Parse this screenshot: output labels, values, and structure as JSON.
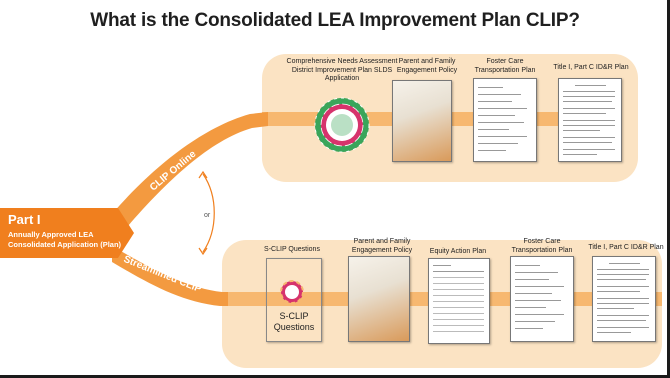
{
  "title": "What is the Consolidated LEA Improvement Plan CLIP?",
  "part": {
    "title": "Part I",
    "subtitle": "Annually Approved LEA Consolidated Application (Plan)"
  },
  "clip_online": {
    "path_label": "CLIP Online",
    "items": [
      {
        "label": "Comprehensive Needs Assessment District Improvement Plan SLDS Application",
        "icon": "cna-wheel-icon"
      },
      {
        "label": "Parent and Family Engagement Policy",
        "icon": "parent-policy-photo"
      },
      {
        "label": "Foster Care Transportation Plan",
        "icon": "document-thumbnail"
      },
      {
        "label": "Title I, Part C ID&R Plan",
        "icon": "document-thumbnail"
      }
    ]
  },
  "or_label": "or",
  "streamlined_clip": {
    "path_label": "Streamlined CLIP",
    "items": [
      {
        "label": "S-CLIP Questions",
        "thumbnail_text": "S-CLIP Questions",
        "icon": "sclip-thumbnail"
      },
      {
        "label": "Parent and Family Engagement Policy",
        "icon": "parent-policy-photo"
      },
      {
        "label": "Equity Action Plan",
        "icon": "document-thumbnail"
      },
      {
        "label": "Foster Care Transportation Plan",
        "icon": "document-thumbnail"
      },
      {
        "label": "Title I, Part C ID&R Plan",
        "icon": "document-thumbnail"
      }
    ]
  },
  "colors": {
    "orange": "#f07f1e",
    "light_orange": "#fbe3c3",
    "mid_orange": "#f7b870",
    "title": "#1f1f1f",
    "wheel_green": "#3aa55a",
    "wheel_red": "#d6336c"
  }
}
